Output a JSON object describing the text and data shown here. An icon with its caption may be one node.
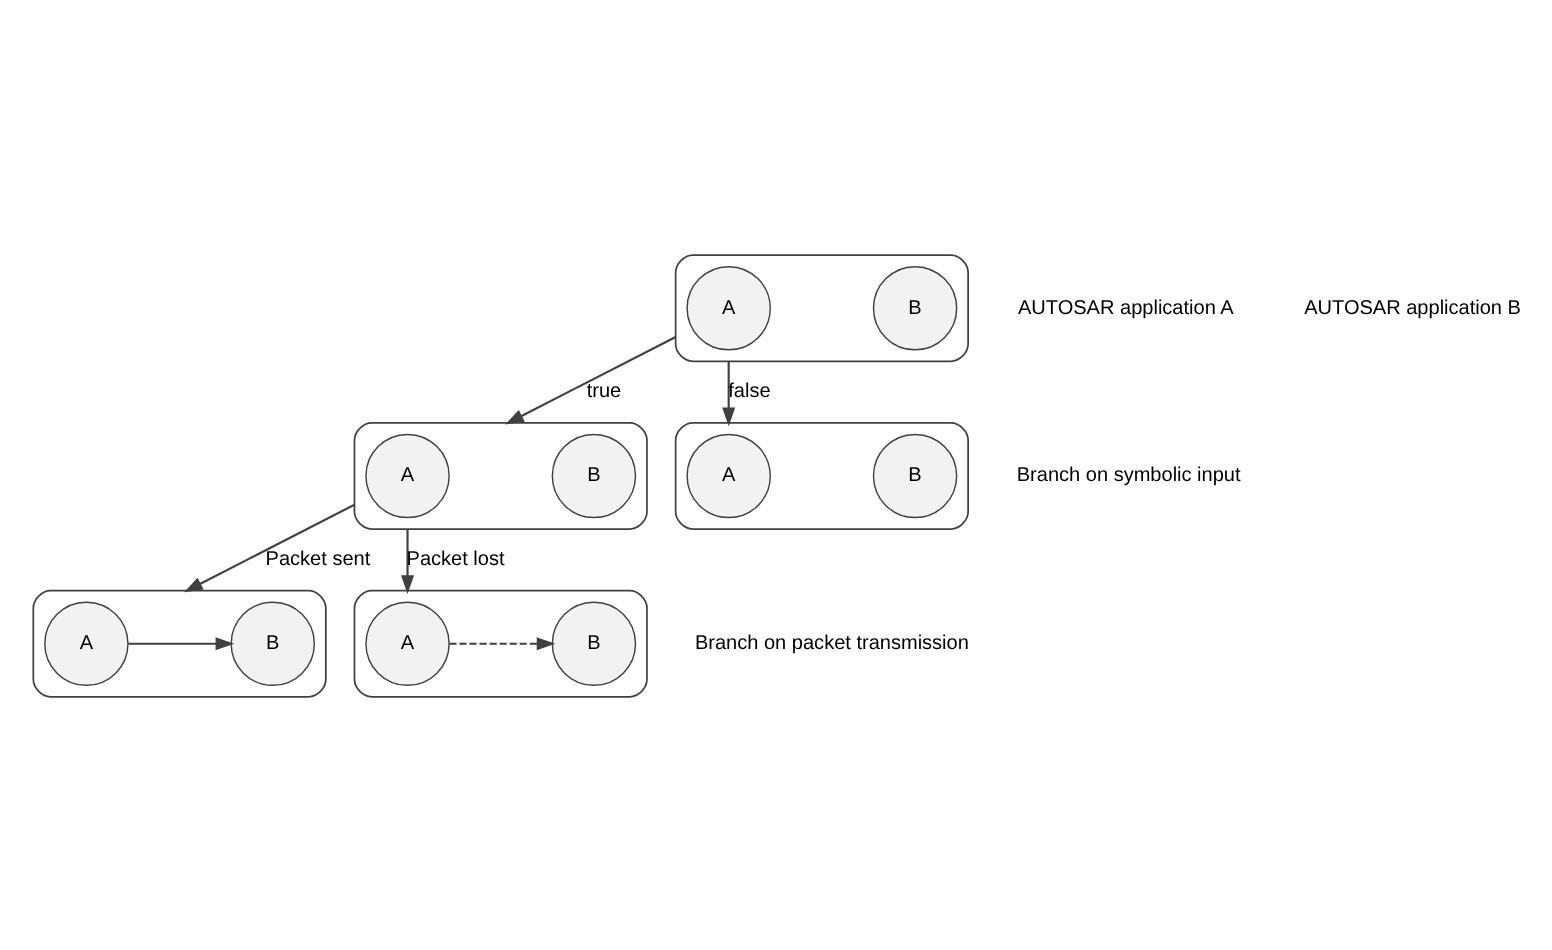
{
  "diagram": {
    "nodes": [
      {
        "text": [],
        "shape": "ellipse"
      },
      {
        "text": [
          "A"
        ],
        "in": 0
      },
      {
        "text": [
          "B"
        ],
        "in": 0
      },
      {
        "text": [],
        "shape": "ellipse"
      },
      {
        "text": [
          "A"
        ],
        "in": 3
      },
      {
        "text": [
          "B"
        ],
        "in": 3
      },
      {
        "text": [],
        "shape": "ellipse"
      },
      {
        "text": [
          "A"
        ],
        "in": 6
      },
      {
        "text": [
          "B"
        ],
        "in": 6
      },
      {
        "text": [],
        "shape": "ellipse"
      },
      {
        "text": [
          "A"
        ],
        "in": 9
      },
      {
        "text": [
          "B"
        ],
        "in": 9
      },
      {
        "text": [],
        "shape": "ellipse"
      },
      {
        "text": [
          "A"
        ],
        "in": 12
      },
      {
        "text": [
          "B"
        ],
        "in": 12
      }
    ],
    "edges": [
      {
        "from": 0,
        "to": 3,
        "arrow": "to",
        "label": "true"
      },
      {
        "from": 0,
        "to": 6,
        "arrow": "to",
        "label": "false"
      },
      {
        "from": 3,
        "to": 9,
        "arrow": "to",
        "label": "Packet sent"
      },
      {
        "from": 3,
        "to": 12,
        "arrow": "to",
        "label": "Packet lost"
      },
      {
        "from": 10,
        "to": 11,
        "arrow": "to"
      },
      {
        "from": 13,
        "to": 14,
        "arrow": "to",
        "style": "dashed"
      }
    ],
    "labels": [
      "AUTOSAR application A",
      "AUTOSAR application B",
      "Branch on symbolic input",
      "Branch on packet transmission"
    ]
  }
}
